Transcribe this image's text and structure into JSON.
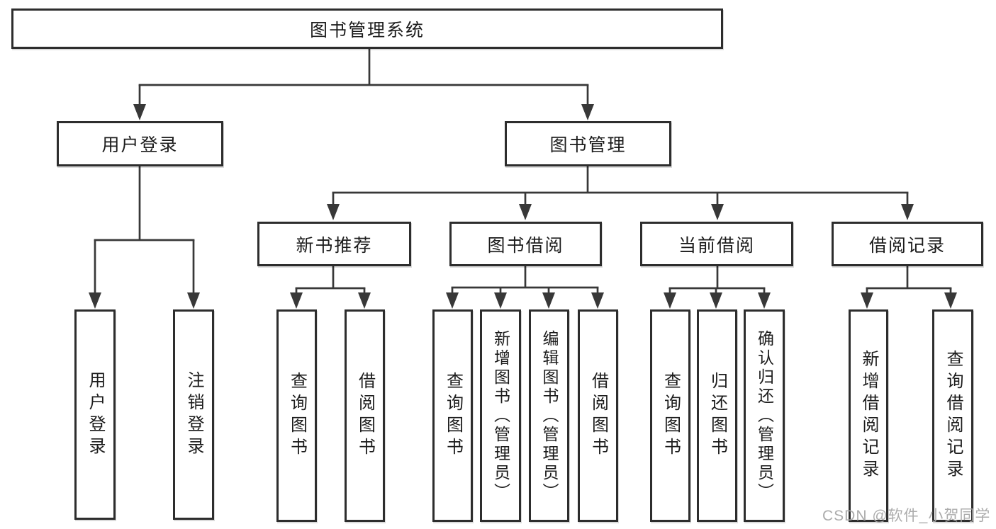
{
  "diagram": {
    "root": {
      "label": "图书管理系统",
      "children": [
        {
          "label": "用户登录",
          "children": [
            {
              "label": "用户登录"
            },
            {
              "label": "注销登录"
            }
          ]
        },
        {
          "label": "图书管理",
          "children": [
            {
              "label": "新书推荐",
              "children": [
                {
                  "label": "查询图书"
                },
                {
                  "label": "借阅图书"
                }
              ]
            },
            {
              "label": "图书借阅",
              "children": [
                {
                  "label": "查询图书"
                },
                {
                  "label": "新增图书（管理员）"
                },
                {
                  "label": "编辑图书（管理员）"
                },
                {
                  "label": "借阅图书"
                }
              ]
            },
            {
              "label": "当前借阅",
              "children": [
                {
                  "label": "查询图书"
                },
                {
                  "label": "归还图书"
                },
                {
                  "label": "确认归还（管理员）"
                }
              ]
            },
            {
              "label": "借阅记录",
              "children": [
                {
                  "label": "新增借阅记录"
                },
                {
                  "label": "查询借阅记录"
                }
              ]
            }
          ]
        }
      ]
    }
  },
  "watermark": {
    "text": "CSDN @软件_小贺同学"
  },
  "colors": {
    "line": "#383838",
    "box_border": "#2d2d2d",
    "text": "#1c1c1c",
    "background": "#ffffff",
    "watermark": "#a8a8a8"
  }
}
